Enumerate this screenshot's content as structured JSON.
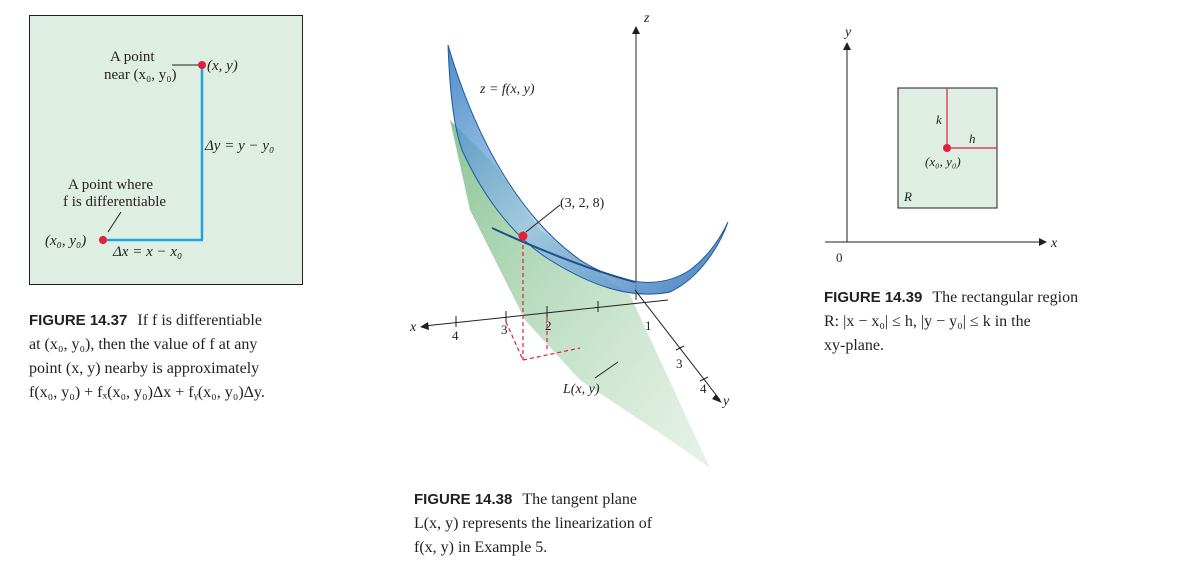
{
  "fig1": {
    "point_label_line1": "A point",
    "point_label_line2": "near (x₀, y₀)",
    "xy_label": "(x, y)",
    "dy_label": "Δy = y − y₀",
    "diff_label_line1": "A point where",
    "diff_label_line2": "f is differentiable",
    "x0y0_label": "(x₀, y₀)",
    "dx_label": "Δx = x − x₀",
    "caption_head": "FIGURE 14.37",
    "caption_lines": [
      "If f is differentiable",
      "at (x₀, y₀), then the value of f at any",
      "point (x, y) nearby is approximately",
      "f(x₀, y₀) + fₓ(x₀, y₀)Δx + fᵧ(x₀, y₀)Δy."
    ],
    "colors": {
      "segment": "#1fa3dd",
      "dot": "#e0203a",
      "box": "#dfeee3"
    }
  },
  "fig2": {
    "z_axis": "z",
    "x_axis": "x",
    "y_axis": "y",
    "surface_label": "z = f(x, y)",
    "point_label": "(3, 2, 8)",
    "plane_label": "L(x, y)",
    "x_ticks": [
      "4",
      "3",
      "2",
      "1"
    ],
    "y_ticks": [
      "3",
      "4"
    ],
    "caption_head": "FIGURE 14.38",
    "caption_lines": [
      "The tangent plane",
      "L(x, y) represents the linearization of",
      "f(x, y) in Example 5."
    ]
  },
  "fig3": {
    "y_axis": "y",
    "x_axis": "x",
    "origin": "0",
    "k_label": "k",
    "h_label": "h",
    "center_label": "(x₀, y₀)",
    "region_label": "R",
    "caption_head": "FIGURE 14.39",
    "caption_lines": [
      "The rectangular region",
      "R:  |x − x₀| ≤ h, |y − y₀| ≤ k in the",
      "xy-plane."
    ]
  }
}
